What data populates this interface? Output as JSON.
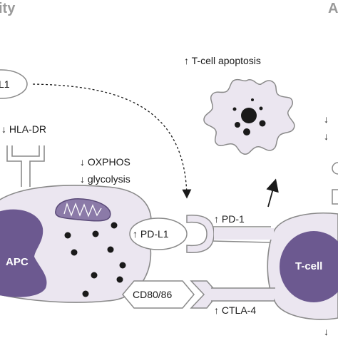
{
  "header": {
    "left": "ity",
    "right": "A"
  },
  "labels": {
    "pdl1_top": "L1",
    "hla": "↓ HLA-DR",
    "oxphos": "↓ OXPHOS",
    "glycolysis": "↓ glycolysis",
    "apoptosis": "↑ T-cell apoptosis",
    "pdl1": "↑ PD-L1",
    "pd1": "↑ PD-1",
    "cd80": "CD80/86",
    "ctla4": "↑ CTLA-4",
    "apc": "APC",
    "tcell": "T-cell",
    "right_arrows": [
      "↓",
      "↓",
      "↓"
    ]
  },
  "colors": {
    "cell_fill": "#ebe6f0",
    "nucleus": "#6c5990",
    "outline": "#8a8a8a",
    "text": "#1a1a1a",
    "header": "#9a9a9a"
  }
}
